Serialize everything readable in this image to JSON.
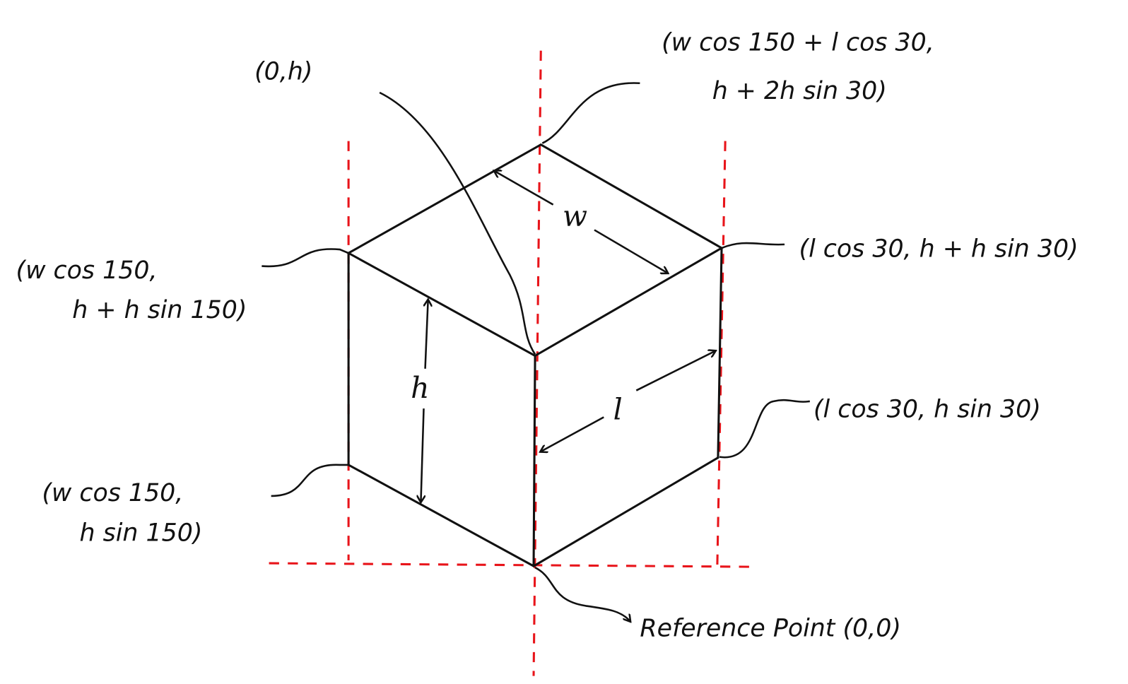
{
  "labels": {
    "origin_top": "(0,h)",
    "top_vertex_line1": "(w cos 150 + l cos 30,",
    "top_vertex_line2": "h + 2h sin 30)",
    "left_top_line1": "(w cos 150,",
    "left_top_line2": "h + h sin 150)",
    "right_top": "(l cos 30, h + h sin 30)",
    "right_bottom": "(l cos 30, h sin 30)",
    "left_bottom_line1": "(w cos 150,",
    "left_bottom_line2": "h sin 150)",
    "reference": "Reference Point (0,0)"
  },
  "dimensions": {
    "width": "w",
    "height": "h",
    "length": "l"
  },
  "colors": {
    "ink": "#111111",
    "guide": "#e8141a"
  }
}
